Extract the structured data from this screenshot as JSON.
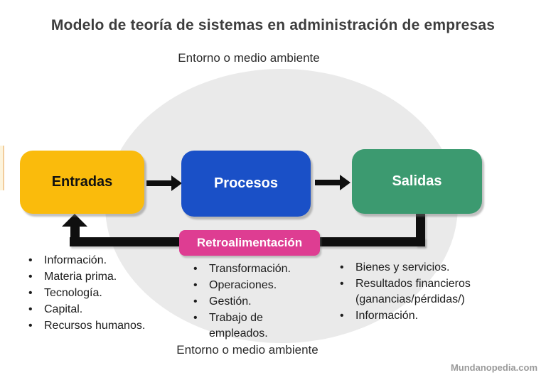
{
  "title": "Modelo de teoría de sistemas en administración de empresas",
  "environment_top": "Entorno o medio ambiente",
  "environment_bottom": "Entorno o medio ambiente",
  "diagram": {
    "type": "flow-diagram",
    "flow": [
      "Entradas",
      "Procesos",
      "Salidas"
    ],
    "arrow_color": "#0f0f0f",
    "ellipse_color": "#eaeaea",
    "nodes": {
      "entradas": {
        "label": "Entradas",
        "color": "#fabb0c",
        "text_color": "#111111",
        "items": [
          "Información.",
          "Materia prima.",
          "Tecnología.",
          "Capital.",
          "Recursos humanos."
        ]
      },
      "procesos": {
        "label": "Procesos",
        "color": "#1a50c7",
        "text_color": "#ffffff",
        "items": [
          "Transformación.",
          "Operaciones.",
          "Gestión.",
          "Trabajo de empleados."
        ]
      },
      "salidas": {
        "label": "Salidas",
        "color": "#3c9a70",
        "text_color": "#ffffff",
        "items": [
          "Bienes y servicios.",
          "Resultados financieros (ganancias/pérdidas/)",
          "Información."
        ]
      },
      "feedback": {
        "label": "Retroalimentación",
        "color": "#de3d92",
        "text_color": "#ffffff"
      }
    }
  },
  "watermark": "Mundanopedia.com"
}
